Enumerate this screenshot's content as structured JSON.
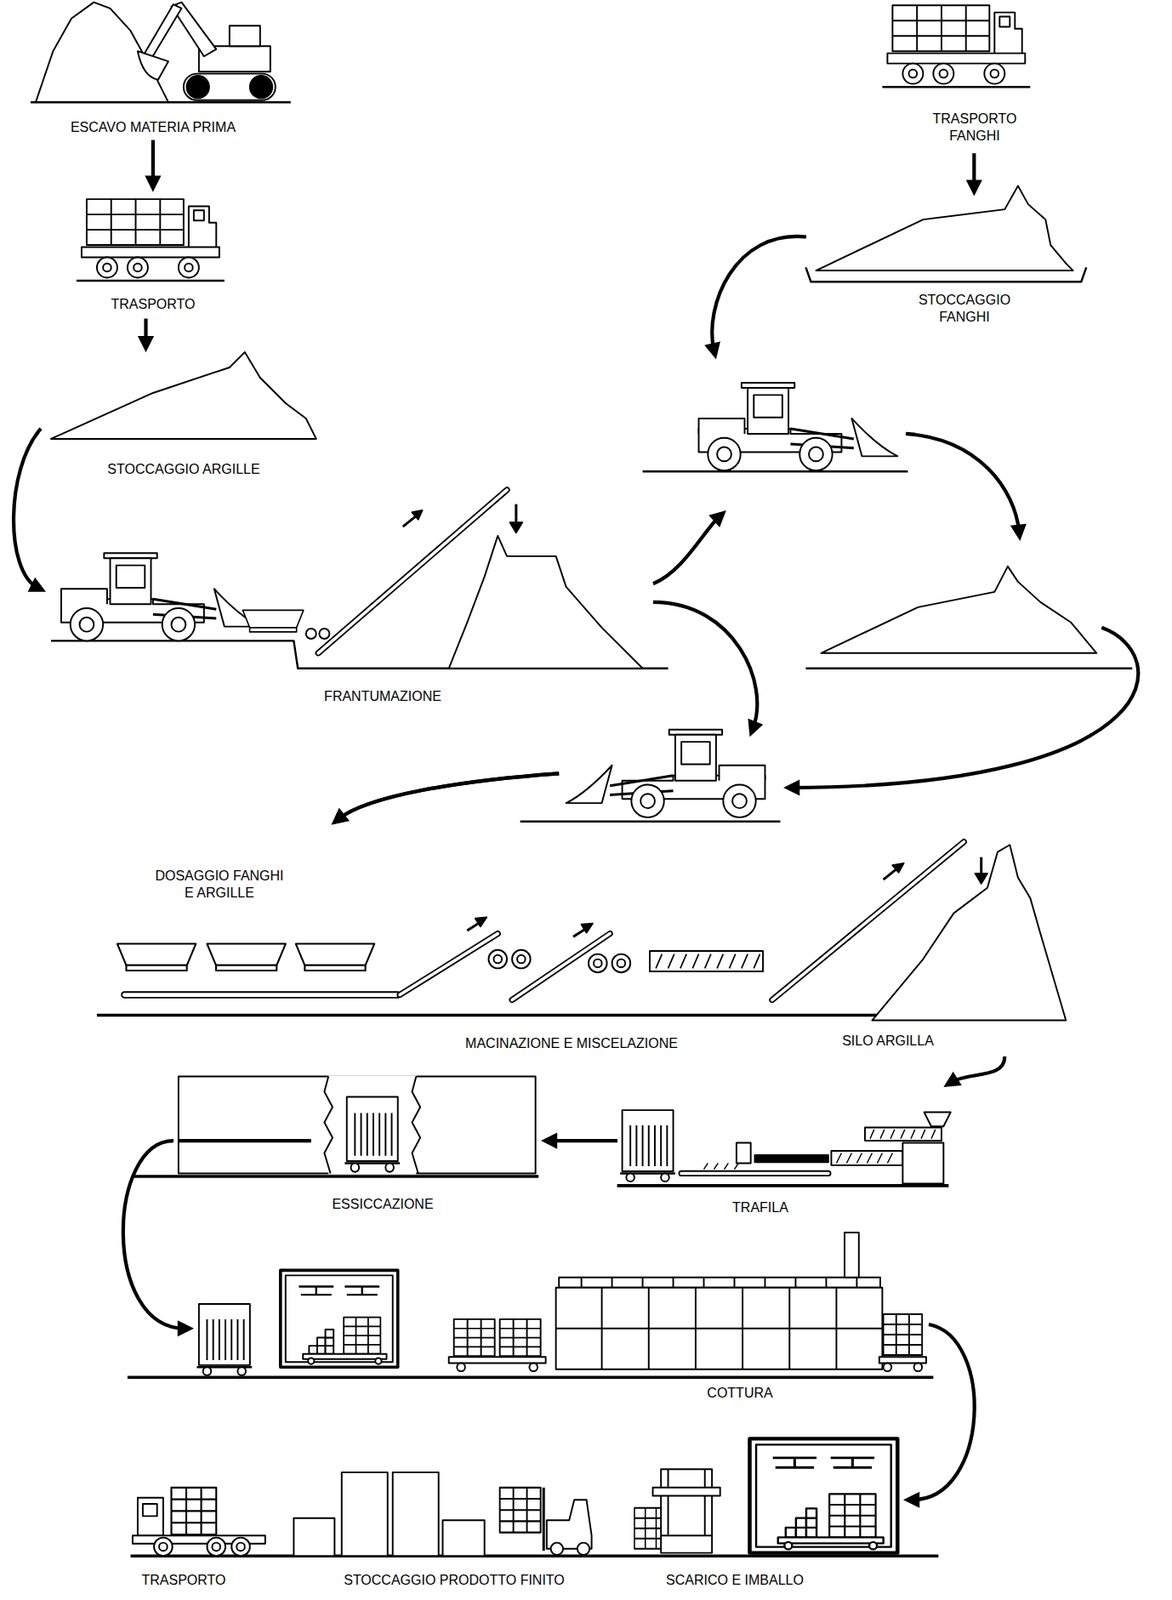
{
  "diagram": {
    "nodes": [
      {
        "text": [
          "ESCAVO MATERIA PRIMA"
        ]
      },
      {
        "text": [
          "TRASPORTO"
        ]
      },
      {
        "text": [
          "STOCCAGGIO ARGILLE"
        ]
      },
      {
        "text": [
          "FRANTUMAZIONE"
        ]
      },
      {
        "text": [
          "TRASPORTO FANGHI"
        ]
      },
      {
        "text": [
          "STOCCAGGIO FANGHI"
        ]
      },
      {
        "text": [
          "DOSAGGIO FANGHI E ARGILLE"
        ]
      },
      {
        "text": [
          "MACINAZIONE E MISCELAZIONE"
        ]
      },
      {
        "text": [
          "SILO ARGILLA"
        ]
      },
      {
        "text": [
          "TRAFILA"
        ]
      },
      {
        "text": [
          "ESSICCAZIONE"
        ]
      },
      {
        "text": [
          "COTTURA"
        ]
      },
      {
        "text": [
          "SCARICO E IMBALLO"
        ]
      },
      {
        "text": [
          "STOCCAGGIO PRODOTTO FINITO"
        ]
      },
      {
        "text": [
          "TRASPORTO"
        ]
      }
    ],
    "edges": [
      {
        "from": 0,
        "to": 1,
        "arrow": "to"
      },
      {
        "from": 1,
        "to": 2,
        "arrow": "to"
      },
      {
        "from": 2,
        "to": 3,
        "arrow": "to"
      },
      {
        "from": 4,
        "to": 5,
        "arrow": "to"
      },
      {
        "from": 5,
        "to": 6,
        "arrow": "to"
      },
      {
        "from": 3,
        "to": 6,
        "arrow": "to"
      },
      {
        "from": 8,
        "to": 9,
        "arrow": "to"
      },
      {
        "from": 9,
        "to": 10,
        "arrow": "to"
      },
      {
        "from": 10,
        "to": 11,
        "arrow": "to"
      },
      {
        "from": 11,
        "to": 12,
        "arrow": "to"
      }
    ]
  }
}
